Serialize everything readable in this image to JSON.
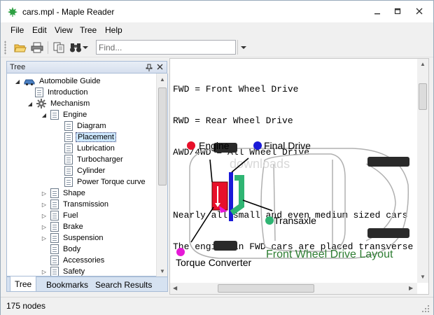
{
  "window": {
    "title": "cars.mpl - Maple Reader"
  },
  "menu": [
    "File",
    "Edit",
    "View",
    "Tree",
    "Help"
  ],
  "toolbar": {
    "find_placeholder": "Find..."
  },
  "panel": {
    "title": "Tree"
  },
  "tree": [
    {
      "label": "Automobile Guide",
      "icon": "car-icon"
    },
    {
      "label": "Introduction",
      "icon": "document-icon"
    },
    {
      "label": "Mechanism",
      "icon": "gear-icon"
    },
    {
      "label": "Engine",
      "icon": "document-icon"
    },
    {
      "label": "Diagram",
      "icon": "document-icon"
    },
    {
      "label": "Placement",
      "icon": "document-icon",
      "selected": true
    },
    {
      "label": "Lubrication",
      "icon": "document-icon"
    },
    {
      "label": "Turbocharger",
      "icon": "document-icon"
    },
    {
      "label": "Cylinder",
      "icon": "document-icon"
    },
    {
      "label": "Power Torque curve",
      "icon": "document-icon"
    },
    {
      "label": "Shape",
      "icon": "document-icon"
    },
    {
      "label": "Transmission",
      "icon": "document-icon"
    },
    {
      "label": "Fuel",
      "icon": "document-icon"
    },
    {
      "label": "Brake",
      "icon": "document-icon"
    },
    {
      "label": "Suspension",
      "icon": "document-icon"
    },
    {
      "label": "Body",
      "icon": "document-icon"
    },
    {
      "label": "Accessories",
      "icon": "document-icon"
    },
    {
      "label": "Safety",
      "icon": "document-icon"
    }
  ],
  "tabs": [
    "Tree",
    "Bookmarks",
    "Search Results"
  ],
  "content": {
    "lines": [
      "FWD = Front Wheel Drive",
      "RWD = Rear Wheel Drive",
      "AWD/4WD = All Wheel Drive",
      "",
      "Nearly all small and even medium sized cars",
      "The engine in FWD cars are placed transverse"
    ],
    "diagram": {
      "labels": {
        "engine": "Engine",
        "final_drive": "Final Drive",
        "transaxle": "Transaxle",
        "torque_converter": "Torque Converter",
        "caption": "Front Wheel Drive Layout"
      },
      "colors": {
        "engine": "#e8102a",
        "final_drive": "#1a1ad8",
        "transaxle": "#2fb573",
        "torque_converter": "#e619d7",
        "caption": "#2e7d32"
      }
    }
  },
  "status": {
    "text": "175 nodes"
  }
}
